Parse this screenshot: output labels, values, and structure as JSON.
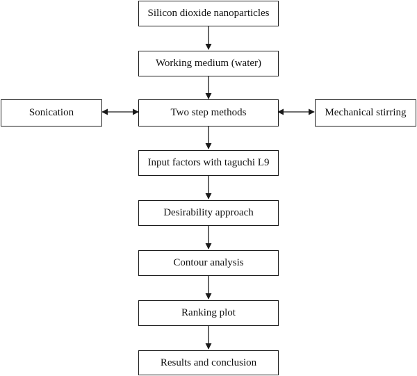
{
  "flowchart": {
    "steps": [
      "Silicon dioxide nanoparticles",
      "Working medium (water)",
      "Two step methods",
      "Input factors with taguchi L9",
      "Desirability approach",
      "Contour analysis",
      "Ranking plot",
      "Results and conclusion"
    ],
    "side_left": "Sonication",
    "side_right": "Mechanical stirring"
  },
  "colors": {
    "stroke": "#1a1a1a",
    "text": "#111111",
    "background": "#ffffff"
  }
}
